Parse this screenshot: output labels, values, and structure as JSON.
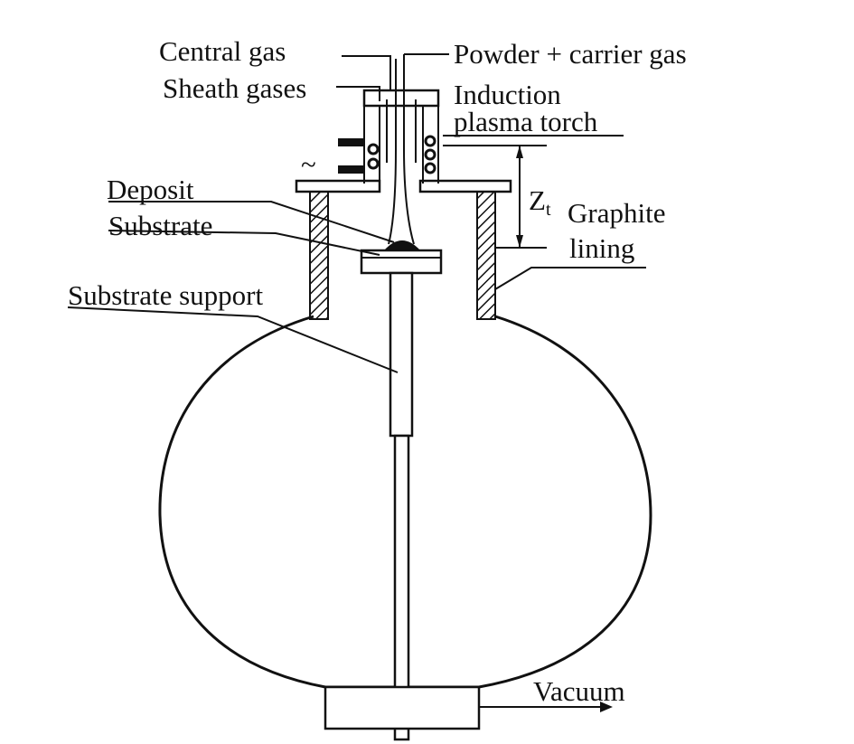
{
  "labels": {
    "central_gas": "Central gas",
    "sheath_gases": "Sheath gases",
    "powder_carrier": "Powder + carrier gas",
    "torch_line1": "Induction",
    "torch_line2": "plasma torch",
    "deposit": "Deposit",
    "substrate": "Substrate",
    "substrate_support": "Substrate support",
    "zt_main": "Z",
    "zt_sub": "t",
    "graphite_line1": "Graphite",
    "graphite_line2": "lining",
    "vacuum": "Vacuum",
    "ac_symbol": "~"
  },
  "colors": {
    "ink": "#111111",
    "paper": "#ffffff"
  }
}
